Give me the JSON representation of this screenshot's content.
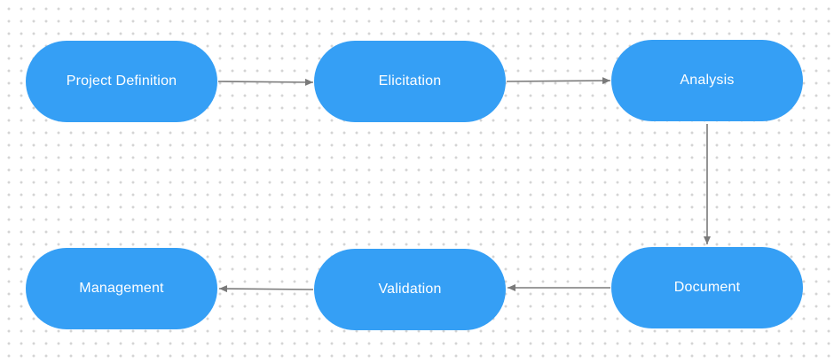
{
  "diagram": {
    "nodes": [
      {
        "id": "n1",
        "label": "Project Definition"
      },
      {
        "id": "n2",
        "label": "Elicitation"
      },
      {
        "id": "n3",
        "label": "Analysis"
      },
      {
        "id": "n4",
        "label": "Document"
      },
      {
        "id": "n5",
        "label": "Validation"
      },
      {
        "id": "n6",
        "label": "Management"
      }
    ],
    "edges": [
      {
        "from": "Project Definition",
        "to": "Elicitation"
      },
      {
        "from": "Elicitation",
        "to": "Analysis"
      },
      {
        "from": "Analysis",
        "to": "Document"
      },
      {
        "from": "Document",
        "to": "Validation"
      },
      {
        "from": "Validation",
        "to": "Management"
      }
    ],
    "colors": {
      "node_fill": "#359ff5",
      "node_text": "#ffffff",
      "connector": "#7a7a7a",
      "background_dots": "#d4d4d4"
    }
  }
}
